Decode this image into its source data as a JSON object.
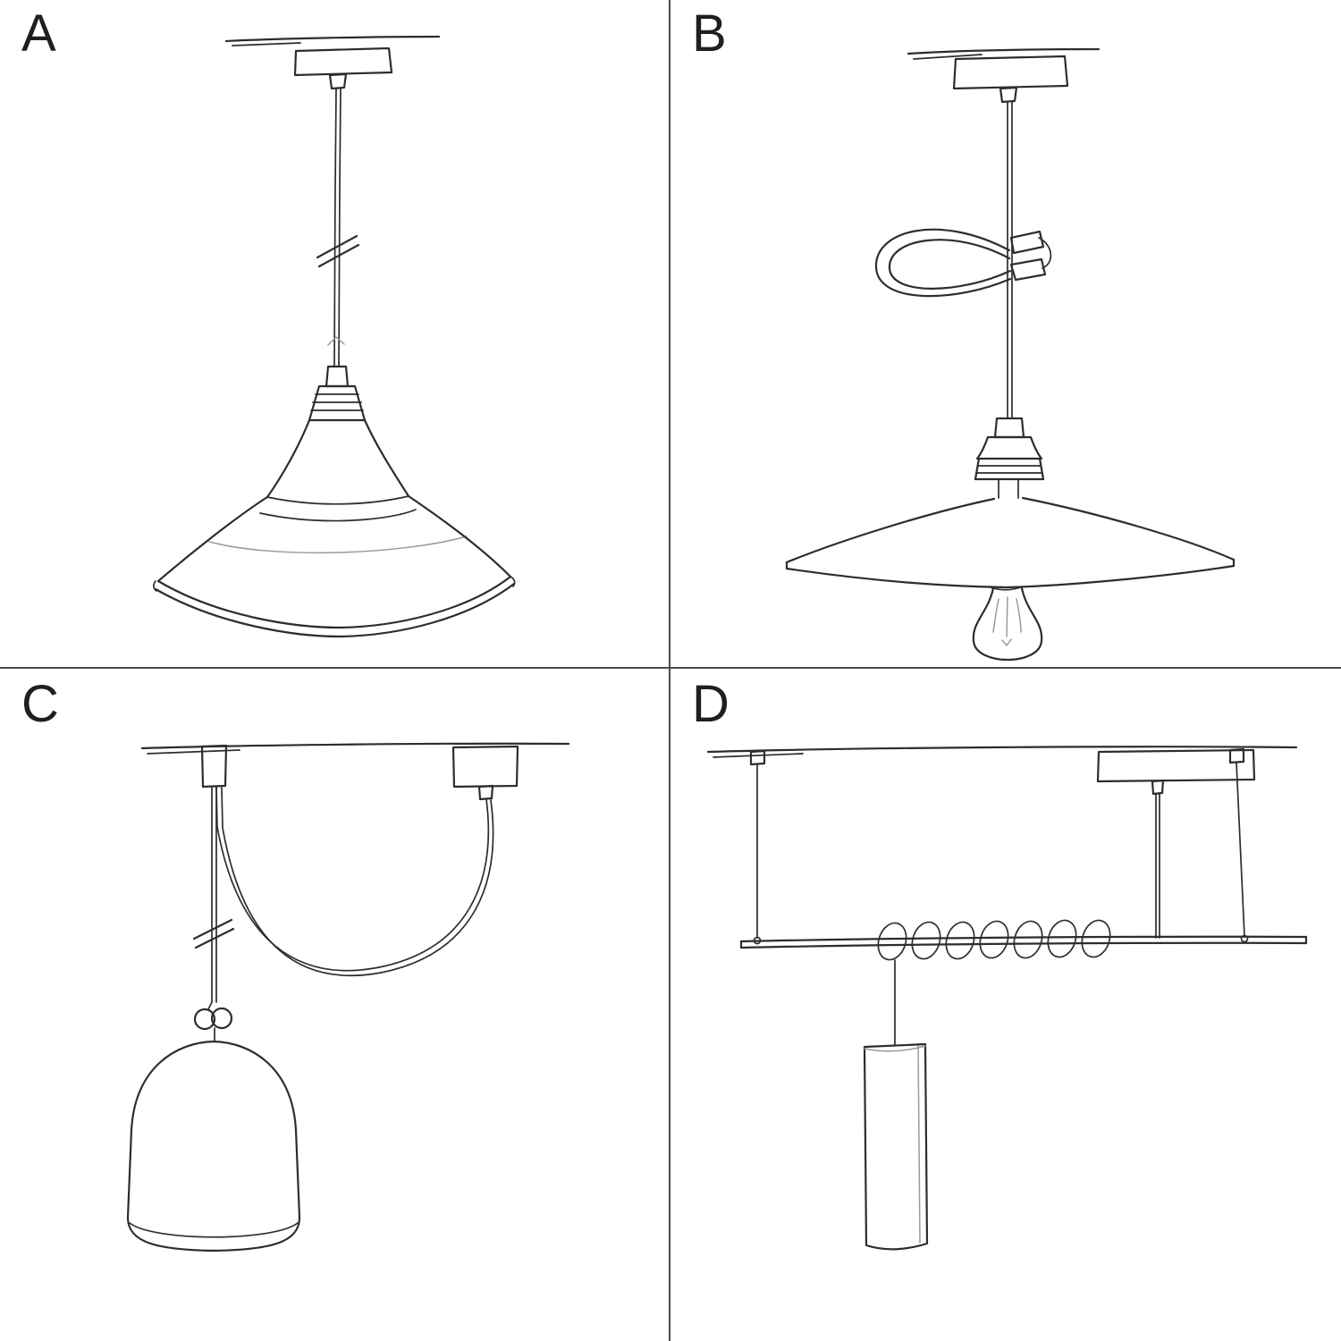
{
  "colors": {
    "background": "#ffffff",
    "ink": "#2d2d2d",
    "light_ink": "#9a9a9a",
    "divider": "#4a4a4a"
  },
  "panels": [
    {
      "label": "A",
      "illustration": "pendant-straight-drop-with-industrial-shade"
    },
    {
      "label": "B",
      "illustration": "pendant-with-cable-shortener-flat-shade-and-exposed-bulb"
    },
    {
      "label": "C",
      "illustration": "swag-pendant-with-hook-knot-and-bell-shade"
    },
    {
      "label": "D",
      "illustration": "horizontal-bar-suspension-with-coiled-cable-and-tube-shade"
    }
  ]
}
